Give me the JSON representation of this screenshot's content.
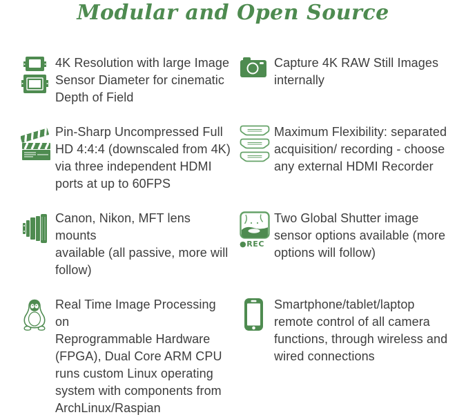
{
  "page": {
    "title": "Modular and Open Source",
    "colors": {
      "icon_green": "#4e8b50",
      "outline_green": "#65a268",
      "body_text": "#3d3d3d"
    }
  },
  "features": {
    "left": [
      {
        "icon": "image-sensor-icon",
        "text": "4K Resolution with large Image\nSensor Diameter for cinematic\nDepth of Field"
      },
      {
        "icon": "clapperboard-icon",
        "text": "Pin-Sharp Uncompressed Full\nHD 4:4:4 (downscaled from 4K)\nvia three independent HDMI\nports at up to 60FPS"
      },
      {
        "icon": "lens-mount-icon",
        "text": "Canon, Nikon, MFT lens mounts\navailable (all passive, more will\nfollow)"
      },
      {
        "icon": "tux-linux-icon",
        "text": "Real Time Image Processing on\nReprogrammable Hardware\n(FPGA), Dual Core ARM CPU\nruns custom Linux operating\nsystem with components from\nArchLinux/Raspian"
      }
    ],
    "right": [
      {
        "icon": "camera-icon",
        "text": "Capture 4K RAW Still Images\ninternally"
      },
      {
        "icon": "hdmi-connectors-icon",
        "text": "Maximum Flexibility: separated\nacquisition/ recording - choose\nany external HDMI Recorder"
      },
      {
        "icon": "global-shutter-rec-icon",
        "rec_label": "●REC",
        "text": "Two Global Shutter image\nsensor options available (more\noptions will follow)"
      },
      {
        "icon": "smartphone-icon",
        "text": "Smartphone/tablet/laptop\nremote control of all camera\nfunctions, through wireless and\nwired connections"
      }
    ]
  }
}
